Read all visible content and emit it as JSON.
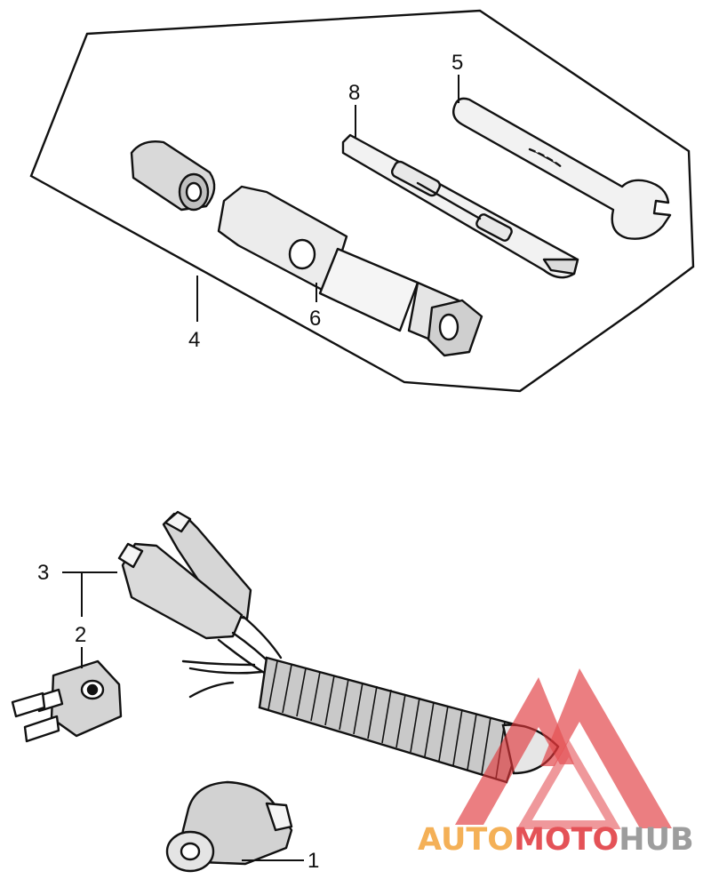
{
  "callouts": {
    "c1": "1",
    "c2": "2",
    "c3": "3",
    "c4": "4",
    "c5": "5",
    "c6": "6",
    "c8": "8"
  },
  "watermark": {
    "part1": "AUTO",
    "part2": "MOTO",
    "part3": "HUB",
    "colors": {
      "orange": "#f3a33a",
      "red": "#e0353a",
      "gray": "#8c8c8c"
    }
  }
}
